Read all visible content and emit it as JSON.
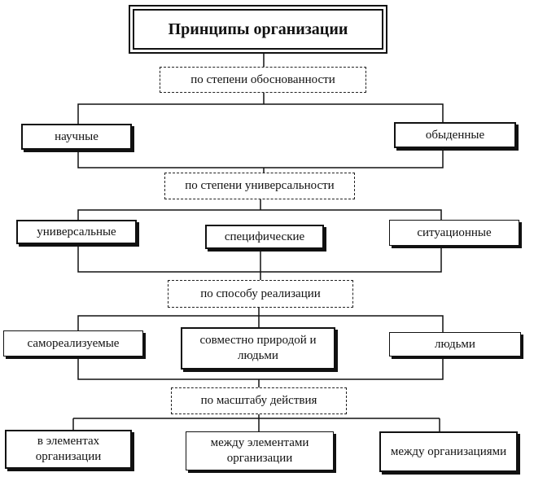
{
  "title": "Принципы организации",
  "levels": [
    {
      "criterion": "по степени обоснованности",
      "items": [
        "научные",
        "обыденные"
      ]
    },
    {
      "criterion": "по степени универсальности",
      "items": [
        "универсальные",
        "специфические",
        "ситуационные"
      ]
    },
    {
      "criterion": "по способу реализации",
      "items": [
        "самореализуемые",
        "совместно природой и людьми",
        "людьми"
      ]
    },
    {
      "criterion": "по масштабу действия",
      "items": [
        "в элементах организации",
        "между элементами организации",
        "между организациями"
      ]
    }
  ]
}
